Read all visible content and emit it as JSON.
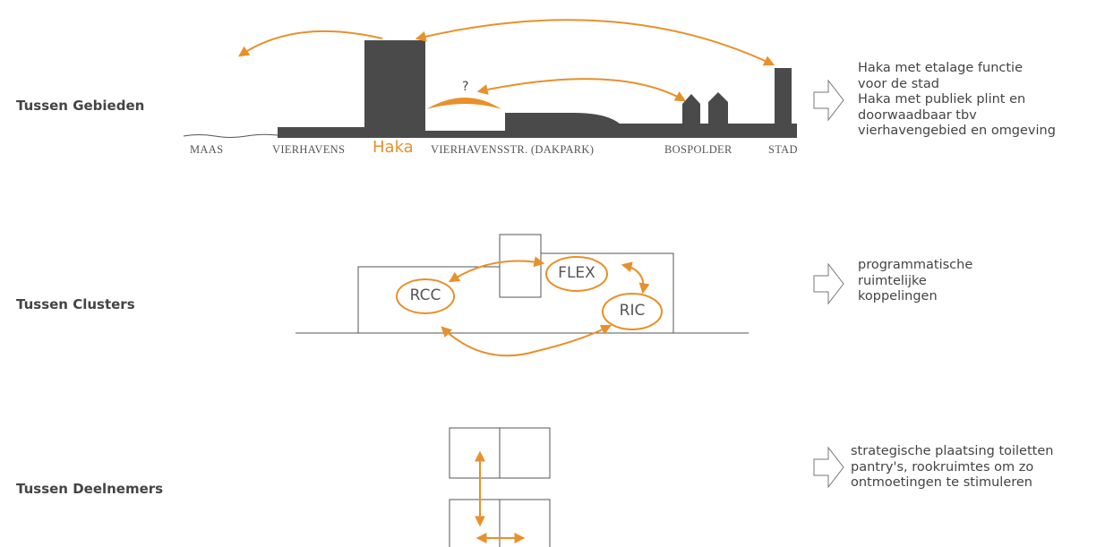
{
  "rows": {
    "gebieden": {
      "label": "Tussen Gebieden",
      "note": "Haka met etalage functie\nvoor de stad\nHaka met publiek plint en\ndoorwaadbaar tbv\nvierhavengebied en omgeving",
      "places": [
        "MAAS",
        "VIERHAVENS",
        "VIERHAVENSSTR. (DAKPARK)",
        "BOSPOLDER",
        "STAD"
      ],
      "highlight": "Haka",
      "question": "?"
    },
    "clusters": {
      "label": "Tussen Clusters",
      "note": "programmatische\nruimtelijke\nkoppelingen",
      "nodes": [
        "RCC",
        "FLEX",
        "RIC"
      ]
    },
    "deelnemers": {
      "label": "Tussen Deelnemers",
      "note": "strategische plaatsing toiletten\npantry's, rookruimtes om zo\nontmoetingen te stimuleren"
    }
  },
  "colors": {
    "accent": "#e8902a",
    "mass": "#4a4a4a",
    "line": "#555555",
    "text": "#444444"
  },
  "icons": {
    "implies": "outline-right-arrow-icon"
  }
}
